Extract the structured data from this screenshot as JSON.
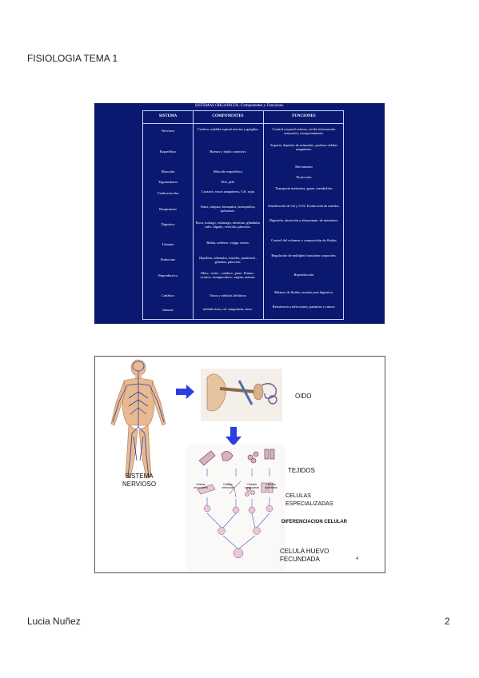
{
  "header": {
    "title": "FISIOLOGIA TEMA 1"
  },
  "footer": {
    "author": "Lucia Nuñez",
    "page": "2"
  },
  "slide1": {
    "title": "SISTEMAS ORGANICOS. Componentes y Funciones.",
    "columns": [
      "SISTEMA",
      "COMPONENTES",
      "FUNCIONES"
    ],
    "rows": [
      {
        "sistema": "Nervioso",
        "componentes": "Cerebro, médula espinal nervios y ganglios",
        "funciones": "Control corporal externo, recibe información sensorial y comportamiento."
      },
      {
        "sistema": "Esquelético",
        "componentes": "Huesos y tejido conectivo",
        "funciones": "Soporte, depósito de minerales, produce células sanguíneas."
      },
      {
        "sistema": "Muscular",
        "componentes": "Músculo esquelético",
        "funciones": "Movimiento"
      },
      {
        "sistema": "Tegumentario",
        "componentes": "Piel, pelo",
        "funciones": "Protección"
      },
      {
        "sistema": "Cardiovascular",
        "componentes": "Corazón, vasos sanguíneos, Cel. rojas",
        "funciones": "Transporte nutrientes, gases, metabolitos"
      },
      {
        "sistema": "Respiratorio",
        "componentes": "Nariz, tráquea, bronquios, bronquiolos, pulmones.",
        "funciones": "Distribución de O2 y CO2. Producción de sonidos."
      },
      {
        "sistema": "Digestivo",
        "componentes": "Boca, esófago, estómago, intestino, glándulas saliv. hígado, vesícula, páncreas.",
        "funciones": "Digestión, absorción y almacenam. de nutrientes."
      },
      {
        "sistema": "Urinario",
        "componentes": "Riñón, uréteres, vejiga, uretra.",
        "funciones": "Control del volumen y composición de fluidos"
      },
      {
        "sistema": "Endocrino",
        "componentes": "Hipófisis, adrenales, tiroides, paratiroid., gónadas, páncreas.",
        "funciones": "Regulación de múltiples funciones corporales."
      },
      {
        "sistema": "Reproductivo",
        "componentes": "Masc.: testíc., conduct., pene. Femen.: ovarios, trompas,útero, vagina, mamas.",
        "funciones": "Reproducción"
      },
      {
        "sistema": "Linfático",
        "componentes": "Vasos y nódulos linfáticos",
        "funciones": "Balance de fluidos, muerte post digestiva."
      },
      {
        "sistema": "Inmune",
        "componentes": "médula ósea, cel. sanguíneas, timo.",
        "funciones": "Resistencia a infecciones, parásitos y cáncer."
      }
    ]
  },
  "slide2": {
    "labels": {
      "sistema_nervioso": "SISTEMA NERVIOSO",
      "oido": "OIDO",
      "tejidos": "TEJIDOS",
      "celulas_especializadas": "CELULAS ESPECIALIZADAS",
      "diferenciacion": "DIFERENCIACION CELULAR",
      "celula_huevo": "CELULA HUEVO FECUNDADA"
    },
    "cell_labels": [
      "Células musculares",
      "Células nerviosas",
      "Células sanguíneas",
      "Células epiteliales"
    ],
    "page_number": "4",
    "colors": {
      "arrow": "#2b3fe0",
      "nerve": "#2a3fb0",
      "skin": "#e9b98f"
    }
  }
}
